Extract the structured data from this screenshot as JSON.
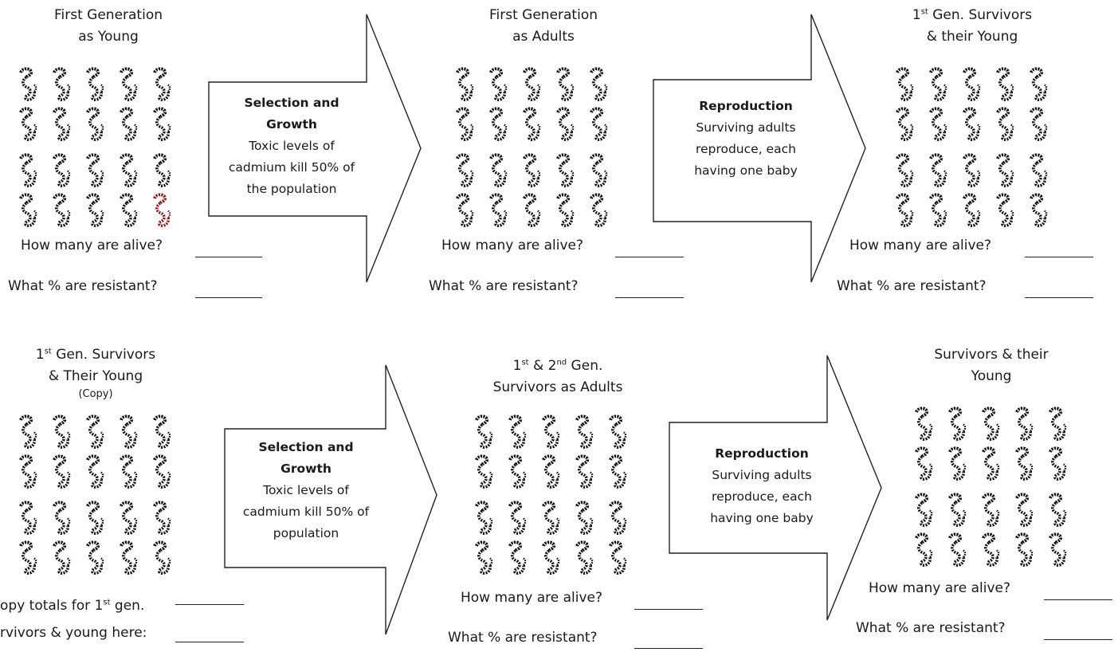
{
  "row1": {
    "panel1": {
      "title_line1": "First Generation",
      "title_line2": "as Young",
      "q_alive": "How many are alive?",
      "q_resistant": "What  % are resistant?",
      "worm_colors": [
        "#111",
        "#111",
        "#111",
        "#111",
        "#111",
        "#111",
        "#111",
        "#111",
        "#111",
        "#111",
        "#111",
        "#111",
        "#111",
        "#111",
        "#111",
        "#111",
        "#111",
        "#111",
        "#111",
        "#8b1a1a"
      ]
    },
    "arrow1": {
      "heading_line1": "Selection and",
      "heading_line2": "Growth",
      "body_line1": "Toxic levels of",
      "body_line2": "cadmium kill 50% of",
      "body_line3": "the population"
    },
    "panel2": {
      "title_line1": "First Generation",
      "title_line2": "as Adults",
      "q_alive": "How many are alive?",
      "q_resistant": "What  % are resistant?"
    },
    "arrow2": {
      "heading_line1": "Reproduction",
      "body_line1": "Surviving adults",
      "body_line2": "reproduce, each",
      "body_line3": "having one baby"
    },
    "panel3": {
      "title_sup": "st",
      "title_line1_num": "1",
      "title_line1_rest": " Gen. Survivors",
      "title_line2": "& their Young",
      "q_alive": "How many are alive?",
      "q_resistant": "What  % are resistant?"
    }
  },
  "row2": {
    "panel1": {
      "title_line1_num": "1",
      "title_sup": "st",
      "title_line1_rest": " Gen. Survivors",
      "title_line2": "& Their Young",
      "title_line3": "(Copy)",
      "copy_line1_pre": "opy totals for 1",
      "copy_line1_sup": "st",
      "copy_line1_post": " gen.",
      "copy_line2": "rvivors & young here:"
    },
    "arrow1": {
      "heading_line1": "Selection and",
      "heading_line2": "Growth",
      "body_line1": "Toxic levels of",
      "body_line2": "cadmium kill 50% of",
      "body_line3": "population"
    },
    "panel2": {
      "title_num1": "1",
      "title_sup1": "st",
      "title_mid": " & 2",
      "title_sup2": "nd",
      "title_rest": " Gen.",
      "title_line2": "Survivors as Adults",
      "q_alive": "How many are alive?",
      "q_resistant": "What  % are resistant?"
    },
    "arrow2": {
      "heading_line1": "Reproduction",
      "body_line1": "Surviving adults",
      "body_line2": "reproduce, each",
      "body_line3": "having one baby"
    },
    "panel3": {
      "title_line1": "Survivors  & their",
      "title_line2": "Young",
      "q_alive": "How many are alive?",
      "q_resistant": "What  % are resistant?"
    }
  },
  "colors": {
    "worm": "#111111",
    "resistant_worm": "#8b1a1a",
    "line": "#222222"
  }
}
